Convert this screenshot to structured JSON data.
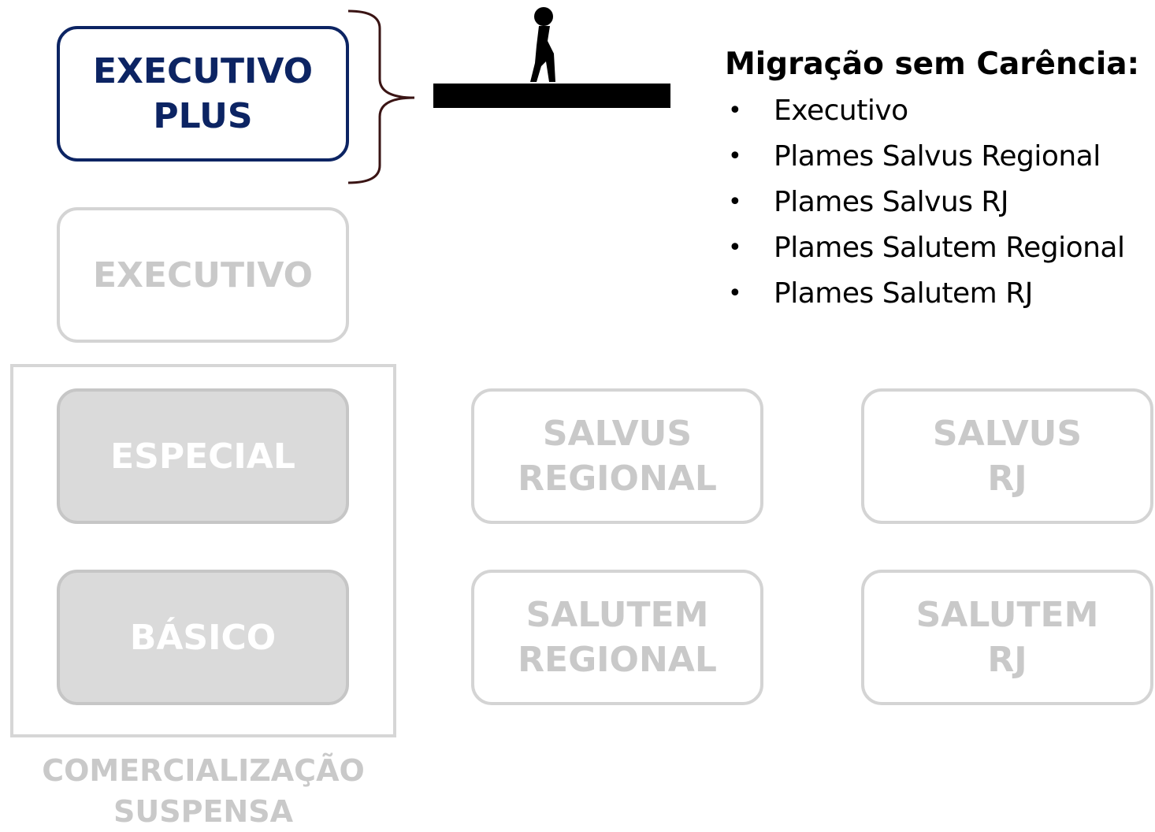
{
  "plans": {
    "executivo_plus": [
      "EXECUTIVO",
      "PLUS"
    ],
    "executivo": [
      "EXECUTIVO"
    ],
    "especial": [
      "ESPECIAL"
    ],
    "basico": [
      "BÁSICO"
    ],
    "salvus_regional": [
      "SALVUS",
      "REGIONAL"
    ],
    "salvus_rj": [
      "SALVUS",
      "RJ"
    ],
    "salutem_regional": [
      "SALUTEM",
      "REGIONAL"
    ],
    "salutem_rj": [
      "SALUTEM",
      "RJ"
    ]
  },
  "suspended": {
    "label_lines": [
      "COMERCIALIZAÇÃO",
      "SUSPENSA"
    ]
  },
  "migration": {
    "title": "Migração sem Carência:",
    "items": [
      "Executivo",
      "Plames Salvus Regional",
      "Plames Salvus RJ",
      "Plames Salutem Regional",
      "Plames Salutem RJ"
    ]
  },
  "colors": {
    "active": "#0c2463",
    "inactive_text": "#c9c9c9",
    "inactive_fill": "#dadada",
    "bracket": "#3a1414",
    "bar": "#000000"
  }
}
